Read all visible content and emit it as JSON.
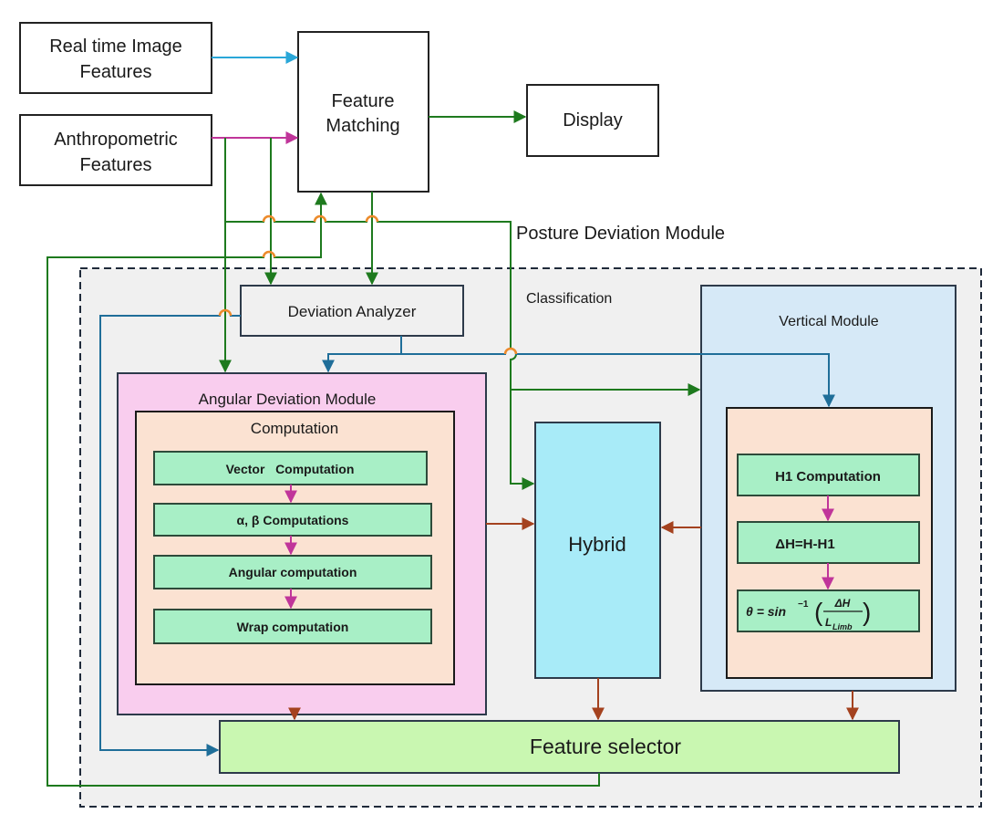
{
  "inputs": {
    "realtime_line1": "Real time Image",
    "realtime_line2": "Features",
    "anthro_line1": "Anthropometric",
    "anthro_line2": "Features"
  },
  "feature_matching": {
    "line1": "Feature",
    "line2": "Matching"
  },
  "display": "Display",
  "posture_module_label": "Posture Deviation Module",
  "classification_label": "Classification",
  "deviation_analyzer": "Deviation Analyzer",
  "angular_module": {
    "title": "Angular Deviation Module",
    "computation_title": "Computation",
    "steps": [
      "Vector   Computation",
      "α, β Computations",
      "Angular computation",
      "Wrap computation"
    ]
  },
  "hybrid": "Hybrid",
  "vertical_module": {
    "title": "Vertical Module",
    "steps": [
      "H1 Computation",
      "ΔH=H-H1"
    ],
    "formula": {
      "prefix": "θ = sin",
      "exponent": "−1",
      "numerator": "ΔH",
      "denominator": "L",
      "denominator_sub": "Limb"
    }
  },
  "feature_selector": "Feature selector",
  "colors": {
    "green_arrow": "#1e7a1e",
    "blue_arrow": "#1f6e99",
    "cyan_arrow": "#2aa7d8",
    "magenta_arrow": "#c0359a",
    "brown_arrow": "#a4421f",
    "hop_orange": "#ee8a2a",
    "angular_fill": "#f9cdee",
    "computation_fill": "#fbe2d2",
    "step_fill": "#a8efc6",
    "hybrid_fill": "#a8ebf8",
    "vertical_fill": "#d6e9f7",
    "selector_fill": "#c9f7b1",
    "outer_fill": "#f0f0f0"
  }
}
